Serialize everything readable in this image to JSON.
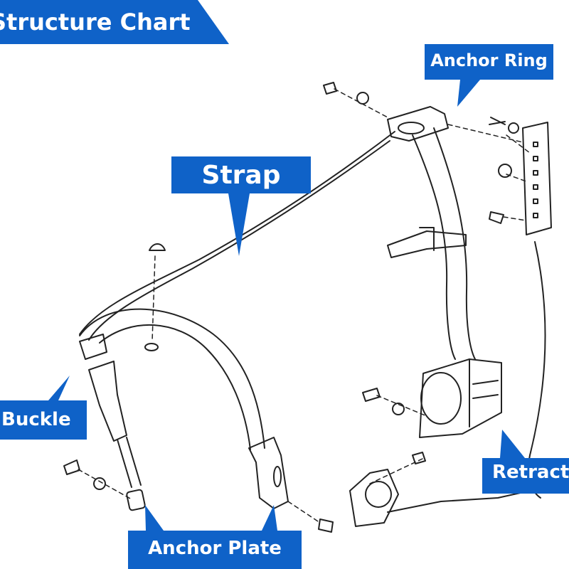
{
  "title": "Structure Chart",
  "labels": {
    "anchor_ring": "Anchor Ring",
    "strap": "Strap",
    "buckle": "Buckle",
    "retractor": "Retractor",
    "anchor_plate": "Anchor Plate"
  },
  "colors": {
    "callout_blue": "#0f62c8",
    "line_art": "#222222",
    "background": "#ffffff"
  }
}
